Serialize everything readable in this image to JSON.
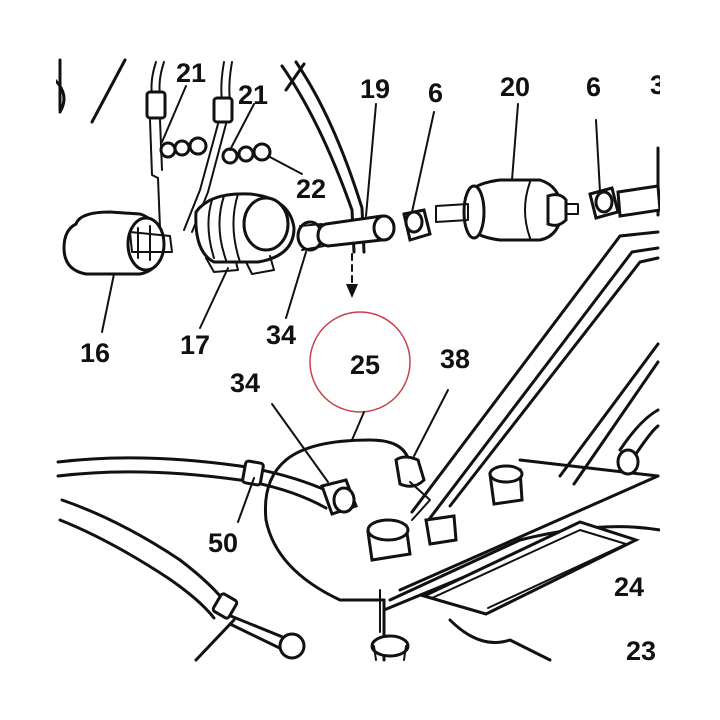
{
  "diagram": {
    "labels": {
      "c21a": "21",
      "c21b": "21",
      "c19": "19",
      "c6a": "6",
      "c20": "20",
      "c6b": "6",
      "c3": "3",
      "c22": "22",
      "c16": "16",
      "c17": "17",
      "c34a": "34",
      "c25": "25",
      "c38": "38",
      "c34b": "34",
      "c50": "50",
      "c24": "24",
      "c23": "23"
    },
    "colors": {
      "ink": "#111111",
      "highlight": "#c8404a",
      "paper": "#ffffff"
    }
  }
}
